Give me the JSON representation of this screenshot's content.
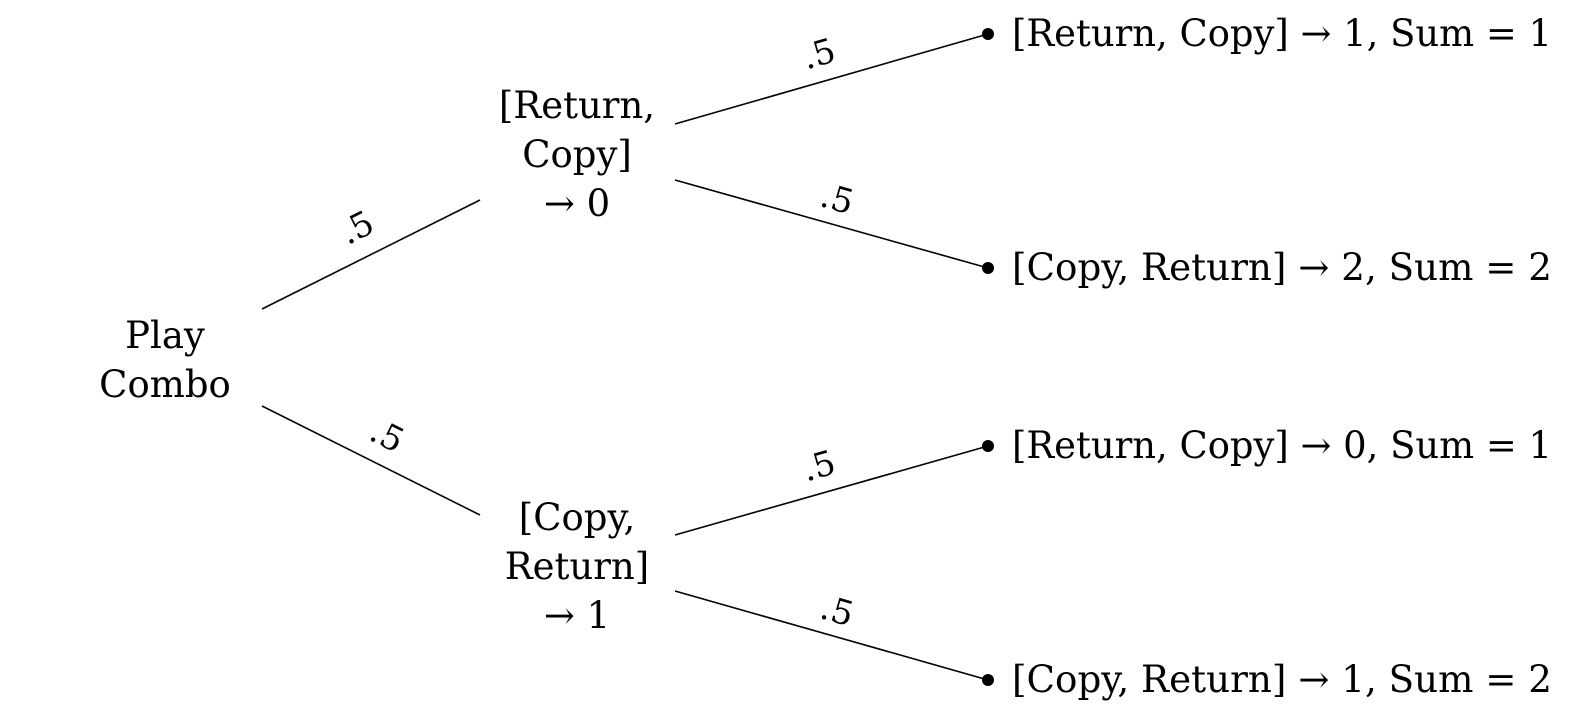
{
  "root": {
    "lines": [
      "Play",
      "Combo"
    ]
  },
  "level1": [
    {
      "lines": [
        "[Return,",
        "Copy]",
        "→ 0"
      ],
      "edge_prob": ".5"
    },
    {
      "lines": [
        "[Copy,",
        "Return]",
        "→ 1"
      ],
      "edge_prob": ".5"
    }
  ],
  "leaves": [
    {
      "label": "[Return, Copy] → 1, Sum = 1",
      "edge_prob": ".5"
    },
    {
      "label": "[Copy, Return] → 2, Sum = 2",
      "edge_prob": ".5"
    },
    {
      "label": "[Return, Copy] → 0, Sum = 1",
      "edge_prob": ".5"
    },
    {
      "label": "[Copy, Return] → 1, Sum = 2",
      "edge_prob": ".5"
    }
  ]
}
